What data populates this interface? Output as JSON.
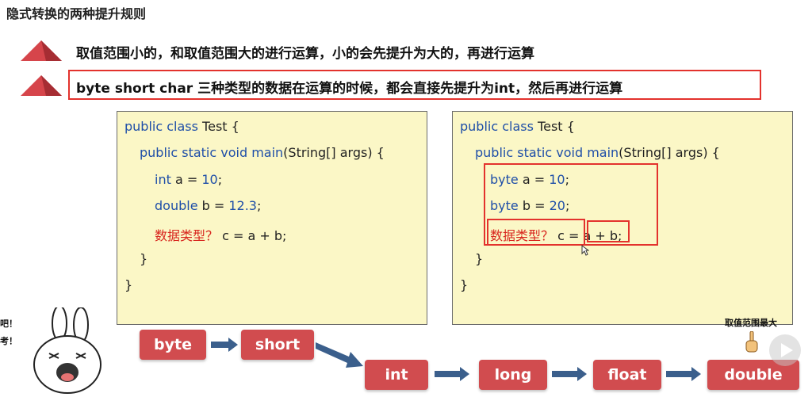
{
  "title": "隐式转换的两种提升规则",
  "bullets": [
    "取值范围小的，和取值范围大的进行运算，小的会先提升为大的，再进行运算",
    "byte short char 三种类型的数据在运算的时候，都会直接先提升为int，然后再进行运算"
  ],
  "left_code": {
    "l1": {
      "a": "public class",
      "b": " Test {"
    },
    "l2": {
      "a": "public static void main",
      "b": "(String[] args) {"
    },
    "l3": {
      "a": "int",
      "b": " a = ",
      "c": "10",
      "d": ";"
    },
    "l4": {
      "a": "double",
      "b": " b = ",
      "c": "12.3",
      "d": ";"
    },
    "l5": {
      "a": "数据类型？",
      "b": " c = a + b;"
    },
    "l6": "}",
    "l7": "}"
  },
  "right_code": {
    "l1": {
      "a": "public class",
      "b": " Test {"
    },
    "l2": {
      "a": "public static void main",
      "b": "(String[] args) {"
    },
    "l3": {
      "a": "byte",
      "b": " a = ",
      "c": "10",
      "d": ";"
    },
    "l4": {
      "a": "byte",
      "b": " b = ",
      "c": "20",
      "d": ";"
    },
    "l5": {
      "a": "数据类型？",
      "b": " c = ",
      "c": "a + b;"
    },
    "l6": "}",
    "l7": "}"
  },
  "chain": [
    "byte",
    "short",
    "int",
    "long",
    "float",
    "double"
  ],
  "top_label": "取值范围最大",
  "speech": [
    "吧！",
    "考！"
  ],
  "colors": {
    "accent_red": "#e3322d",
    "chip": "#d14c4f",
    "keyword_blue": "#1f4fa8",
    "panel_bg": "#fbf7c6"
  }
}
